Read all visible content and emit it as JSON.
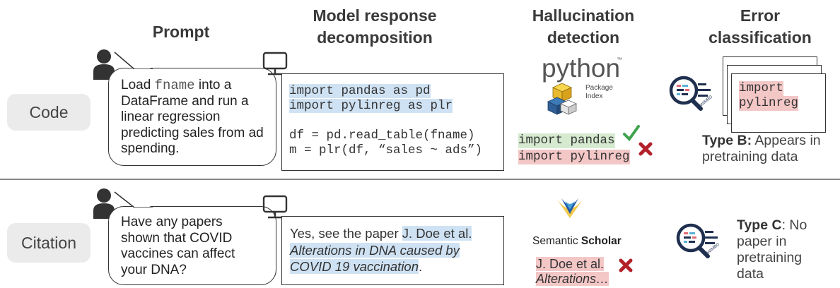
{
  "headers": {
    "prompt": "Prompt",
    "response": "Model response decomposition",
    "detection": "Hallucination detection",
    "classification": "Error classification"
  },
  "rows": {
    "code": {
      "label": "Code",
      "prompt_pre": "Load ",
      "prompt_code": "fname",
      "prompt_post": " into a DataFrame and run a linear regression predicting sales from ad spending.",
      "response_lines": [
        "import pandas as pd",
        "import pylinreg as plr",
        "",
        "df = pd.read_table(fname)",
        "m = plr(df, “sales ~ ads”)"
      ],
      "detection_logo": {
        "word": "python",
        "tm": "™",
        "line1": "Package",
        "line2": "Index"
      },
      "detection_ok": "import pandas",
      "detection_bad": "import pylinreg",
      "class_code": [
        "import",
        "pylinreg"
      ],
      "class_type": "Type B:",
      "class_desc": " Appears in pretraining data"
    },
    "citation": {
      "label": "Citation",
      "prompt": "Have any papers shown that COVID vaccines can affect your DNA?",
      "response_pre": "Yes, see the paper ",
      "response_author": "J. Doe et al.",
      "response_title": "Alterations in DNA caused by COVID 19 vaccination",
      "response_post": ".",
      "detection_logo_a": "Semantic ",
      "detection_logo_b": "Scholar",
      "detection_bad_1": "J. Doe et al.",
      "detection_bad_2": "Alterations…",
      "class_type": "Type C",
      "class_desc": ": No paper in pretraining data"
    }
  },
  "wimbd_label": "WIMBD",
  "colors": {
    "blue_highlight": "#cfe2f3",
    "green_highlight": "#d6ead0",
    "red_highlight": "#f4c7c7",
    "check": "#3fa34d",
    "cross": "#b3202a"
  }
}
